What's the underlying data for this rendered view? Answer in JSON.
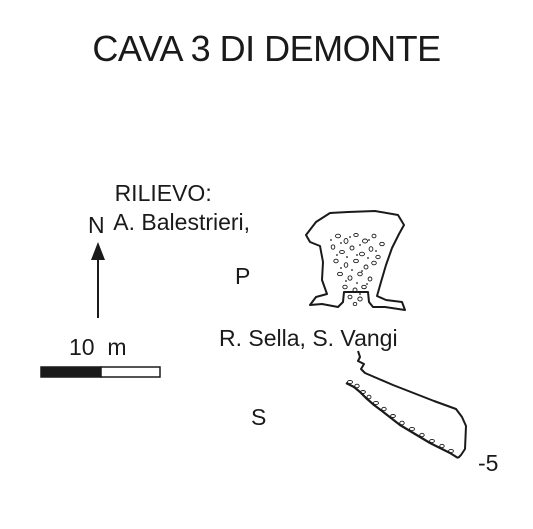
{
  "title": "CAVA 3 DI DEMONTE",
  "survey": {
    "prefix": "RILIEVO:",
    "line1": "A. Balestrieri,",
    "line2": "R. Sella, S. Vangi"
  },
  "north": {
    "letter": "N"
  },
  "scale": {
    "label": "10  m"
  },
  "views": {
    "plan_label": "P",
    "section_label": "S",
    "section_depth": "-5"
  },
  "colors": {
    "ink": "#1a1a1a",
    "fill": "#ffffff"
  }
}
